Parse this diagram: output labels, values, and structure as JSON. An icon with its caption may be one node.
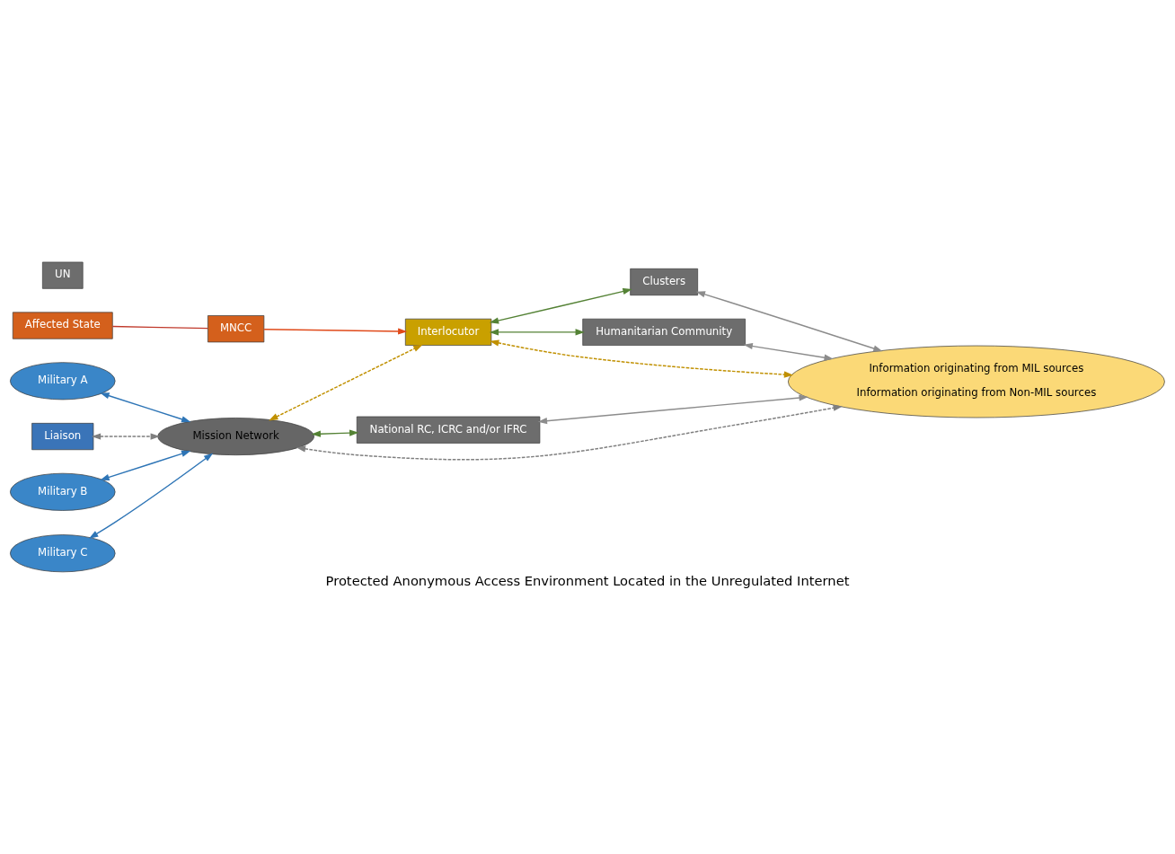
{
  "diagram": {
    "caption": "Protected Anonymous Access Environment Located in the Unregulated Internet",
    "nodes": [
      {
        "text": [
          "Affected State"
        ]
      },
      {
        "text": [
          "UN"
        ]
      },
      {
        "text": [
          "Clusters"
        ]
      },
      {
        "text": [
          "Military A"
        ]
      },
      {
        "text": [
          "Liaison"
        ]
      },
      {
        "text": [
          "MNCC"
        ]
      },
      {
        "text": [
          "Interlocutor"
        ]
      },
      {
        "text": [
          "Humanitarian Community"
        ]
      },
      {
        "text": [
          "Military B"
        ]
      },
      {
        "text": [
          "Mission Network"
        ]
      },
      {
        "text": [
          "National RC, ICRC and/or IFRC"
        ]
      },
      {
        "text": [
          "Military C"
        ]
      },
      {
        "text": [
          "Information originating from MIL sources",
          "Information originating from Non-MIL sources"
        ]
      }
    ],
    "edges": [
      {
        "from": 0,
        "to": 5,
        "arrow": "none",
        "color": "#c0392b"
      },
      {
        "from": 3,
        "to": 9,
        "arrow": "both",
        "color": "#2e75b6"
      },
      {
        "from": 8,
        "to": 9,
        "arrow": "both",
        "color": "#2e75b6"
      },
      {
        "from": 11,
        "to": 9,
        "arrow": "both",
        "color": "#2e75b6"
      },
      {
        "from": 4,
        "to": 9,
        "arrow": "both",
        "style": "dashed",
        "color": "#7f7f7f"
      },
      {
        "from": 9,
        "to": 6,
        "arrow": "both",
        "style": "dashed",
        "color": "#c09000"
      },
      {
        "from": 5,
        "to": 6,
        "arrow": "to",
        "color": "#e04a1a"
      },
      {
        "from": 6,
        "to": 2,
        "arrow": "both",
        "color": "#548235"
      },
      {
        "from": 6,
        "to": 7,
        "arrow": "both",
        "color": "#548235"
      },
      {
        "from": 9,
        "to": 10,
        "arrow": "both",
        "color": "#548235"
      },
      {
        "from": 9,
        "to": 12,
        "arrow": "both",
        "style": "dashed",
        "color": "#7f7f7f"
      },
      {
        "from": 6,
        "to": 12,
        "arrow": "both",
        "style": "dashed",
        "color": "#c09000"
      },
      {
        "from": 2,
        "to": 12,
        "arrow": "both",
        "color": "#8c8c8c"
      },
      {
        "from": 10,
        "to": 12,
        "arrow": "both",
        "color": "#8c8c8c"
      },
      {
        "from": 7,
        "to": 12,
        "arrow": "both",
        "color": "#8c8c8c"
      }
    ]
  }
}
